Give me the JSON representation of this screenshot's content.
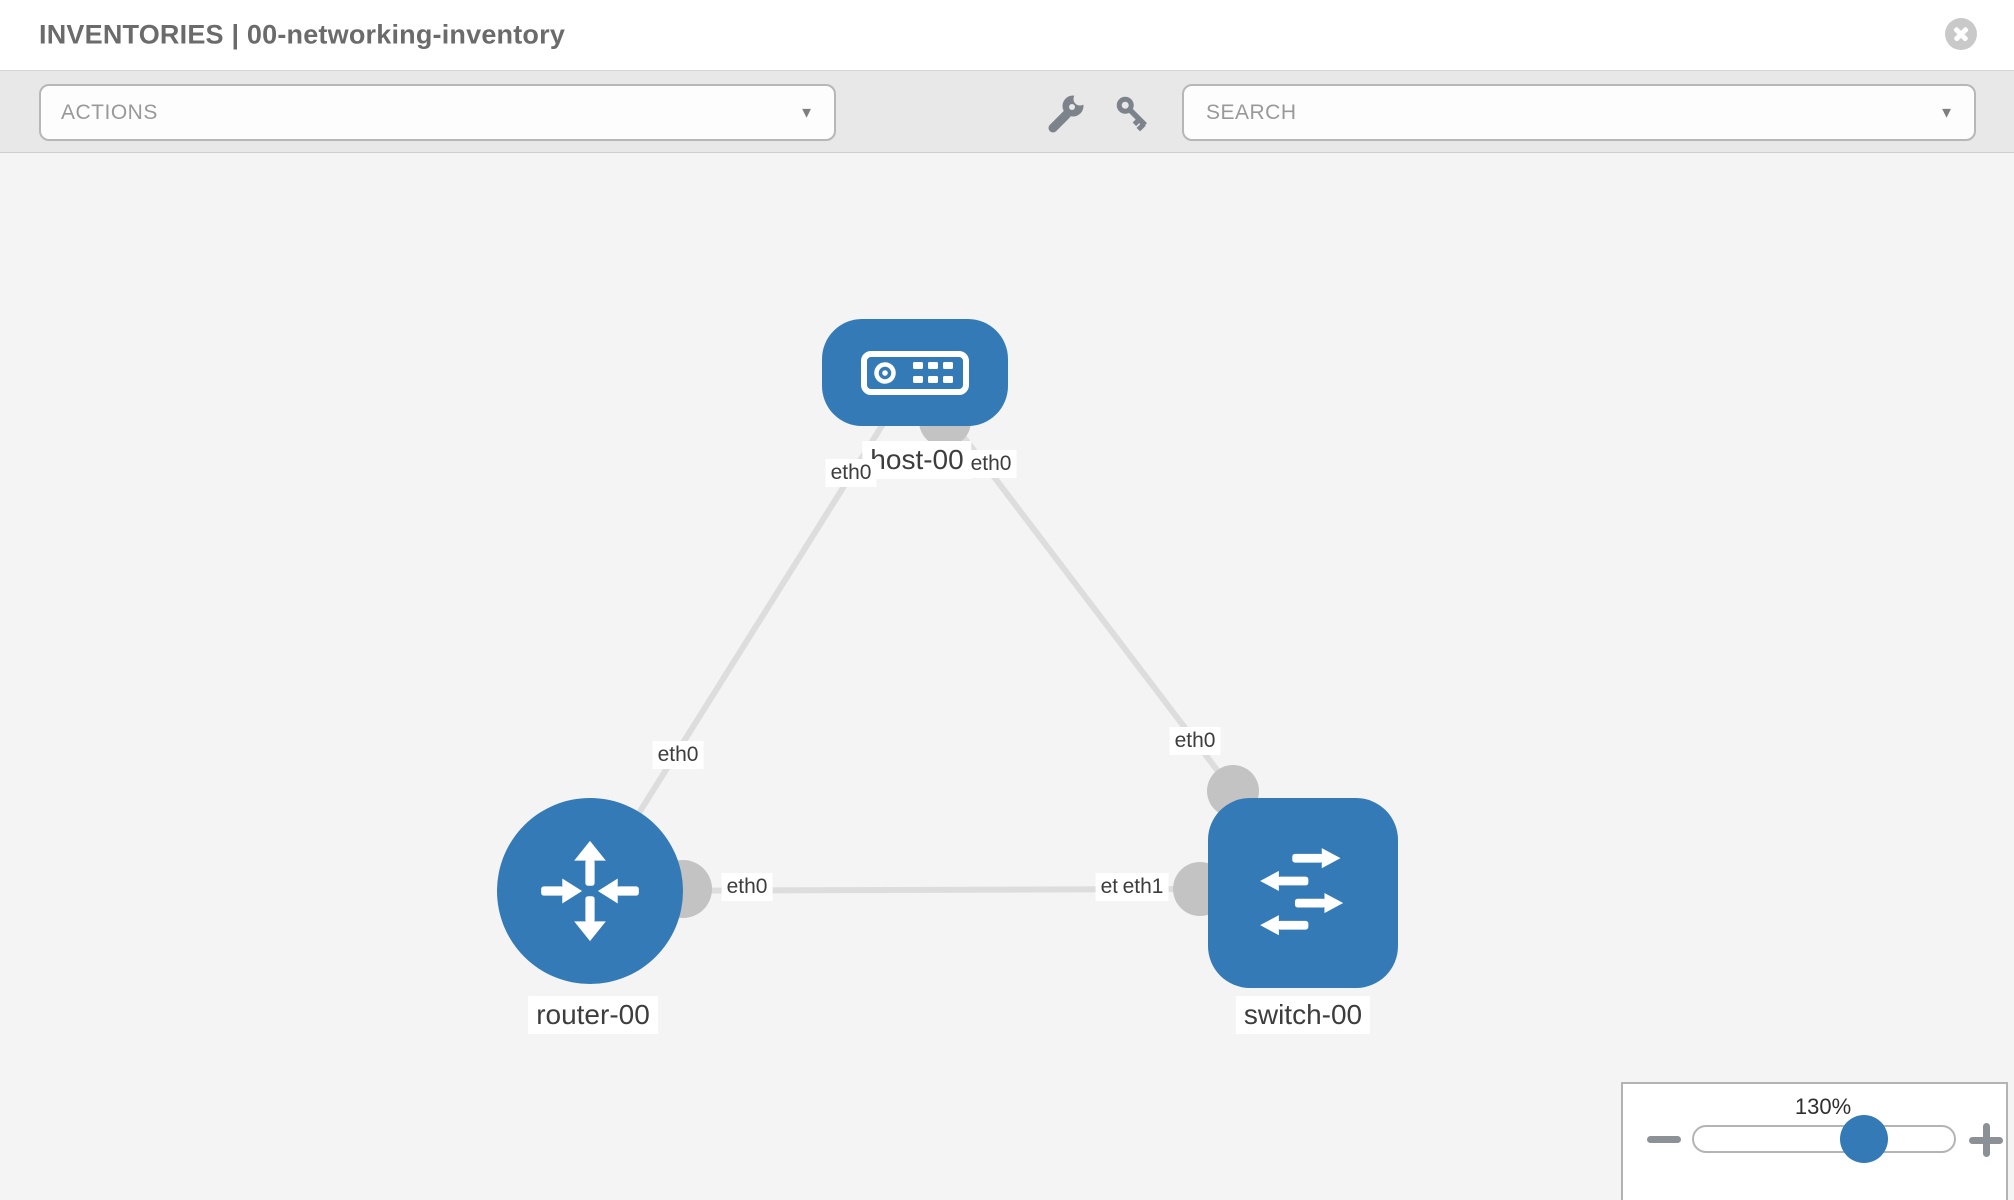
{
  "header": {
    "title": "INVENTORIES | 00-networking-inventory"
  },
  "toolbar": {
    "actions_label": "ACTIONS",
    "search_placeholder": "SEARCH",
    "caret_glyph": "▼",
    "icons": [
      "wrench-icon",
      "key-icon"
    ]
  },
  "canvas": {
    "nodes": [
      {
        "id": "host-00",
        "label": "host-00",
        "type": "host",
        "icon": "server-icon"
      },
      {
        "id": "router-00",
        "label": "router-00",
        "type": "router",
        "icon": "router-arrows-icon"
      },
      {
        "id": "switch-00",
        "label": "switch-00",
        "type": "switch",
        "icon": "switch-arrows-icon"
      }
    ],
    "links": [
      {
        "from": "host-00",
        "to": "router-00",
        "from_interface": "eth0",
        "to_interface": "eth0"
      },
      {
        "from": "host-00",
        "to": "switch-00",
        "from_interface": "eth0",
        "to_interface": "eth0"
      },
      {
        "from": "router-00",
        "to": "switch-00",
        "from_interface": "eth0",
        "to_interfaces": [
          "eth0",
          "eth1"
        ]
      }
    ]
  },
  "zoom_control": {
    "value": "130%",
    "decrease_icon": "minus-icon",
    "increase_icon": "plus-icon"
  },
  "colors": {
    "node_blue": "#337ab7",
    "link_gray": "#dddddd",
    "endpoint_gray": "#c3c3c3",
    "toolbar_bg": "#e8e8e8",
    "canvas_bg": "#f4f4f4",
    "icon_gray": "#7d838a",
    "title_gray": "#6b6b6b"
  }
}
